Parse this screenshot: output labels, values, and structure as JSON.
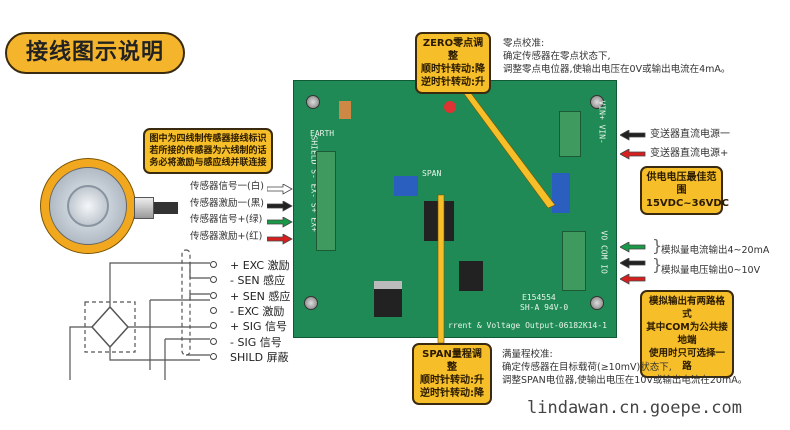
{
  "title": "接线图示说明",
  "note": [
    "图中为四线制传感器接线标识",
    "若所接的传感器为六线制的话",
    "务必将激励与感应线并联连接"
  ],
  "sensor_wires": [
    {
      "label": "传感器信号一(白)",
      "color": "#ffffff"
    },
    {
      "label": "传感器激励一(黑)",
      "color": "#222222"
    },
    {
      "label": "传感器信号+(绿)",
      "color": "#1a9a48"
    },
    {
      "label": "传感器激励+(红)",
      "color": "#d62020"
    }
  ],
  "terminals": [
    "+ EXC 激励",
    "- SEN 感应",
    "+ SEN 感应",
    "- EXC 激励",
    "+ SIG 信号",
    "- SIG 信号",
    "SHILD 屏蔽"
  ],
  "zero_box": [
    "ZERO零点调整",
    "顺时针转动:降",
    "逆时针转动:升"
  ],
  "zero_text": [
    "零点校准:",
    "确定传感器在零点状态下,",
    "调整零点电位器,使输出电压在0V或输出电流在4mA。"
  ],
  "power": [
    {
      "label": "变送器直流电源一",
      "color": "#222222"
    },
    {
      "label": "变送器直流电源+",
      "color": "#d62020"
    }
  ],
  "supply_box": [
    "供电电压最佳范围",
    "15VDC~36VDC"
  ],
  "outputs": {
    "arrows": [
      "#1a9a48",
      "#222222",
      "#d62020"
    ],
    "current": "模拟量电流输出4~20mA",
    "voltage": "模拟量电压输出0~10V"
  },
  "output_box": [
    "模拟输出有两路格式",
    "其中COM为公共接地端",
    "使用时只可选择一路"
  ],
  "span_box": [
    "SPAN量程调整",
    "顺时针转动:升",
    "逆时针转动:降"
  ],
  "span_text": [
    "满量程校准:",
    "确定传感器在目标载荷(≥10mV)状态下,",
    "调整SPAN电位器,使输出电压在10V或输出电流在20mA。"
  ],
  "pcb": {
    "earth": "EARTH",
    "j2": "SHIELD S- EX- S+ EX+",
    "span": "SPAN",
    "j1": "VIN+ VIN-",
    "j3": "VO COM IO",
    "cert1": "E154554",
    "cert2": "SH-A 94V-0",
    "model": "rrent & Voltage Output-06182K14-1"
  },
  "watermark": "lindawan.cn.goepe.com"
}
